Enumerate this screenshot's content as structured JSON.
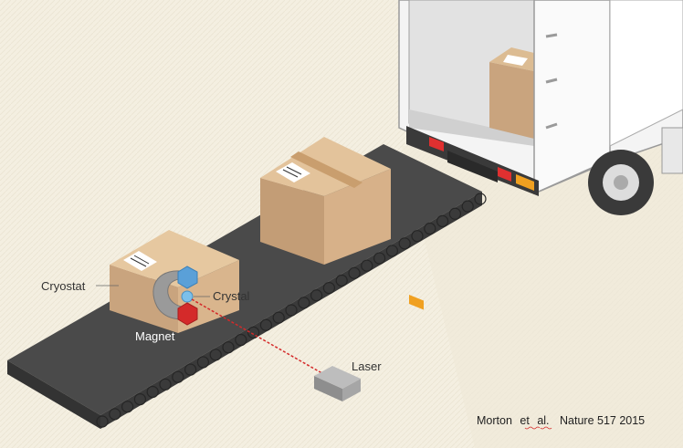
{
  "labels": {
    "cryostat": "Cryostat",
    "crystal": "Crystal",
    "magnet": "Magnet",
    "laser": "Laser"
  },
  "citation": {
    "author": "Morton",
    "et": "et",
    "al": "al.",
    "journal": "Nature 517 2015"
  },
  "colors": {
    "background": "#f4efe1",
    "belt": "#4a4a4a",
    "box": "#c9a47e",
    "crystal": "#6ab0e0",
    "magnet_red": "#d42a2a",
    "laser_beam": "#d42a2a",
    "truck_body": "#f2f2f2",
    "truck_light": "#f0a020"
  }
}
